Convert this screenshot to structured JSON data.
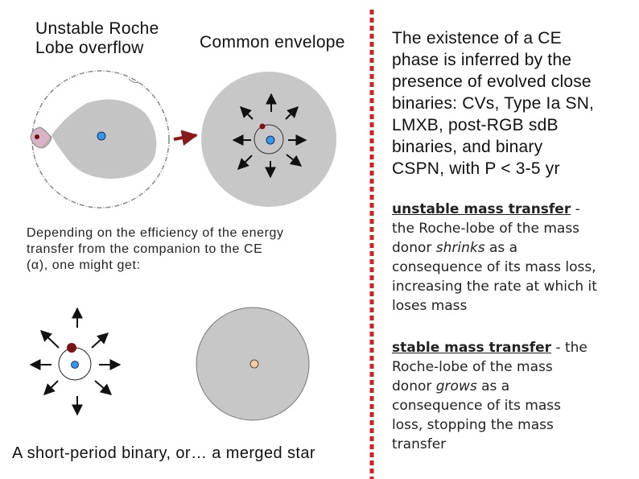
{
  "panels": {
    "roche_label": [
      "Unstable Roche",
      "Lobe overflow"
    ],
    "ce_label": "Common envelope",
    "efficiency_text": [
      "Depending on the efficiency of the energy",
      "transfer from the companion to the CE",
      "(α), one might get:"
    ],
    "outcome_label": "A short-period binary, or… a merged star"
  },
  "right_column": {
    "intro": [
      "The existence of a CE",
      "phase is inferred by the",
      "presence of evolved close",
      "binaries: CVs, Type Ia SN,",
      "LMXB, post-RGB sdB",
      "binaries, and binary",
      "CSPN, with P < 3-5 yr"
    ],
    "unstable": {
      "heading": "unstable mass transfer",
      "dash": " -",
      "line1": "the Roche-lobe of the mass",
      "line2_pre": "donor ",
      "line2_em": "shrinks",
      "line2_post": " as a",
      "line3": "consequence of its mass loss,",
      "line4": "increasing the rate at which it",
      "line5": "loses mass"
    },
    "stable": {
      "heading": "stable mass transfer",
      "dash": " - the",
      "line1": "Roche-lobe of the mass",
      "line2_pre": "donor ",
      "line2_em": "grows",
      "line2_post": " as a",
      "line3": "consequence of its mass",
      "line4": "loss, stopping the mass",
      "line5": "transfer"
    }
  },
  "colors": {
    "envelope_gray": "#c7c7c7",
    "dark_red": "#7a1515",
    "blue_core": "#3399ee",
    "merged_core": "#f7c9a0",
    "divider_red": "#d42020"
  }
}
